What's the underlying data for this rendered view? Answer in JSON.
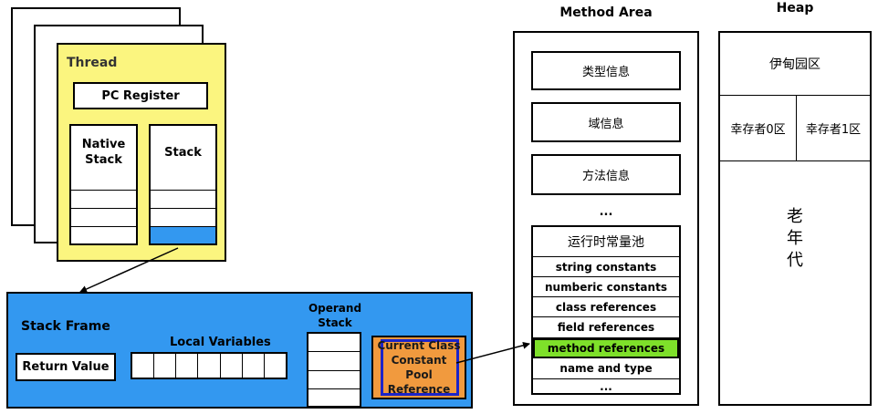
{
  "thread": {
    "title": "Thread",
    "pc_register": "PC Register",
    "native_stack": "Native\nStack",
    "stack": "Stack"
  },
  "stack_frame": {
    "title": "Stack Frame",
    "local_variables": "Local Variables",
    "operand_stack": "Operand\nStack",
    "return_value": "Return Value",
    "constant_pool_ref": "Current Class Constant Pool Reference"
  },
  "method_area": {
    "title": "Method Area",
    "items": [
      "类型信息",
      "域信息",
      "方法信息"
    ],
    "ellipsis": "...",
    "pool_title": "运行时常量池",
    "pool_items": [
      "string constants",
      "numberic constants",
      "class references",
      "field references",
      "method references",
      "name and type",
      "..."
    ],
    "highlight_color": "#7ee02a"
  },
  "heap": {
    "title": "Heap",
    "eden": "伊甸园区",
    "survivor0": "幸存者0区",
    "survivor1": "幸存者1区",
    "old_gen": "老\n年\n代"
  },
  "colors": {
    "thread_yellow": "#fbf57f",
    "frame_blue": "#3398f0",
    "orange": "#f19a3e",
    "dark_blue": "#1c24c8"
  }
}
